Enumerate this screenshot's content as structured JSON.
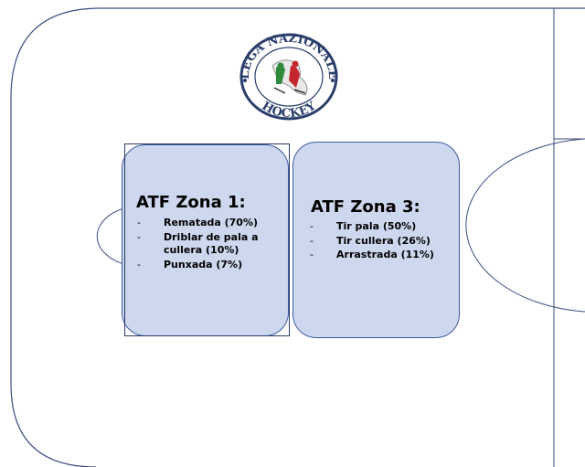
{
  "logo": {
    "top_text": "LEGA NAZIONALE",
    "bottom_text": "HOCKEY"
  },
  "zone1": {
    "title": "ATF Zona 1:",
    "items": [
      "Rematada (70%)",
      "Driblar de pala a cullera (10%)",
      "Punxada (7%)"
    ]
  },
  "zone3": {
    "title": "ATF Zona 3:",
    "items": [
      "Tir pala (50%)",
      "Tir cullera (26%)",
      "Arrastrada (11%)"
    ]
  },
  "colors": {
    "rink_line": "#3b4d80",
    "zone_fill": "#cdd8ee",
    "zone_border": "#3e5aa0",
    "flag_green": "#2f8a3c",
    "flag_red": "#c4272d"
  }
}
